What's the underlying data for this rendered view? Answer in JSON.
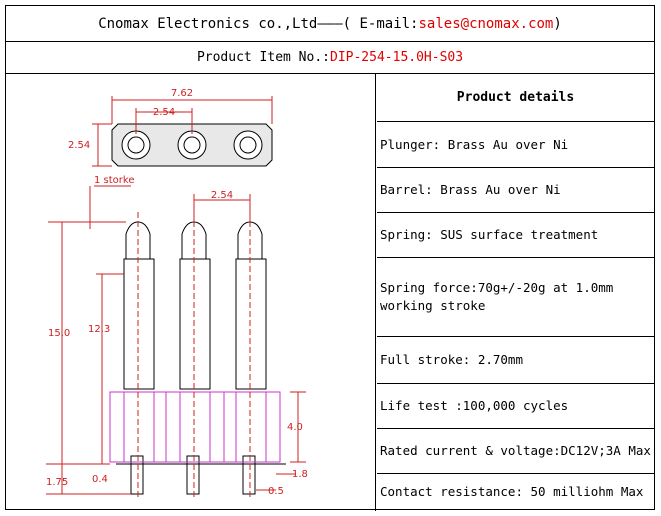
{
  "header": {
    "company": "Cnomax Electronics co.,Ltd",
    "separator": "———( E-mail: ",
    "email": "sales@cnomax.com",
    "close": ")"
  },
  "product_item": {
    "label": "Product Item No.: ",
    "value": "DIP-254-15.0H-S03"
  },
  "drawing": {
    "dims": {
      "overall_pitch": "7.62",
      "pitch": "2.54",
      "body_height": "2.54",
      "stroke": "1 storke",
      "pin_pitch": "2.54",
      "total_height": "15.0",
      "exposed_height": "12.3",
      "housing_height": "4.0",
      "tail_length": "1.75",
      "tail_width": "0.4",
      "tail_offset": "1.8",
      "tail_diameter": "0.5"
    },
    "colors": {
      "line": "#cc2222",
      "housing": "#cc33cc",
      "dim": "#cc2222"
    }
  },
  "details": {
    "title": "Product details",
    "rows": [
      "Plunger: Brass Au over Ni",
      "Barrel: Brass Au over Ni",
      "Spring: SUS surface treatment",
      "Spring force:70g+/-20g at 1.0mm working stroke",
      "Full stroke: 2.70mm",
      "Life test :100,000 cycles",
      "Rated current & voltage:DC12V;3A Max",
      "Contact resistance: 50 milliohm Max"
    ]
  }
}
